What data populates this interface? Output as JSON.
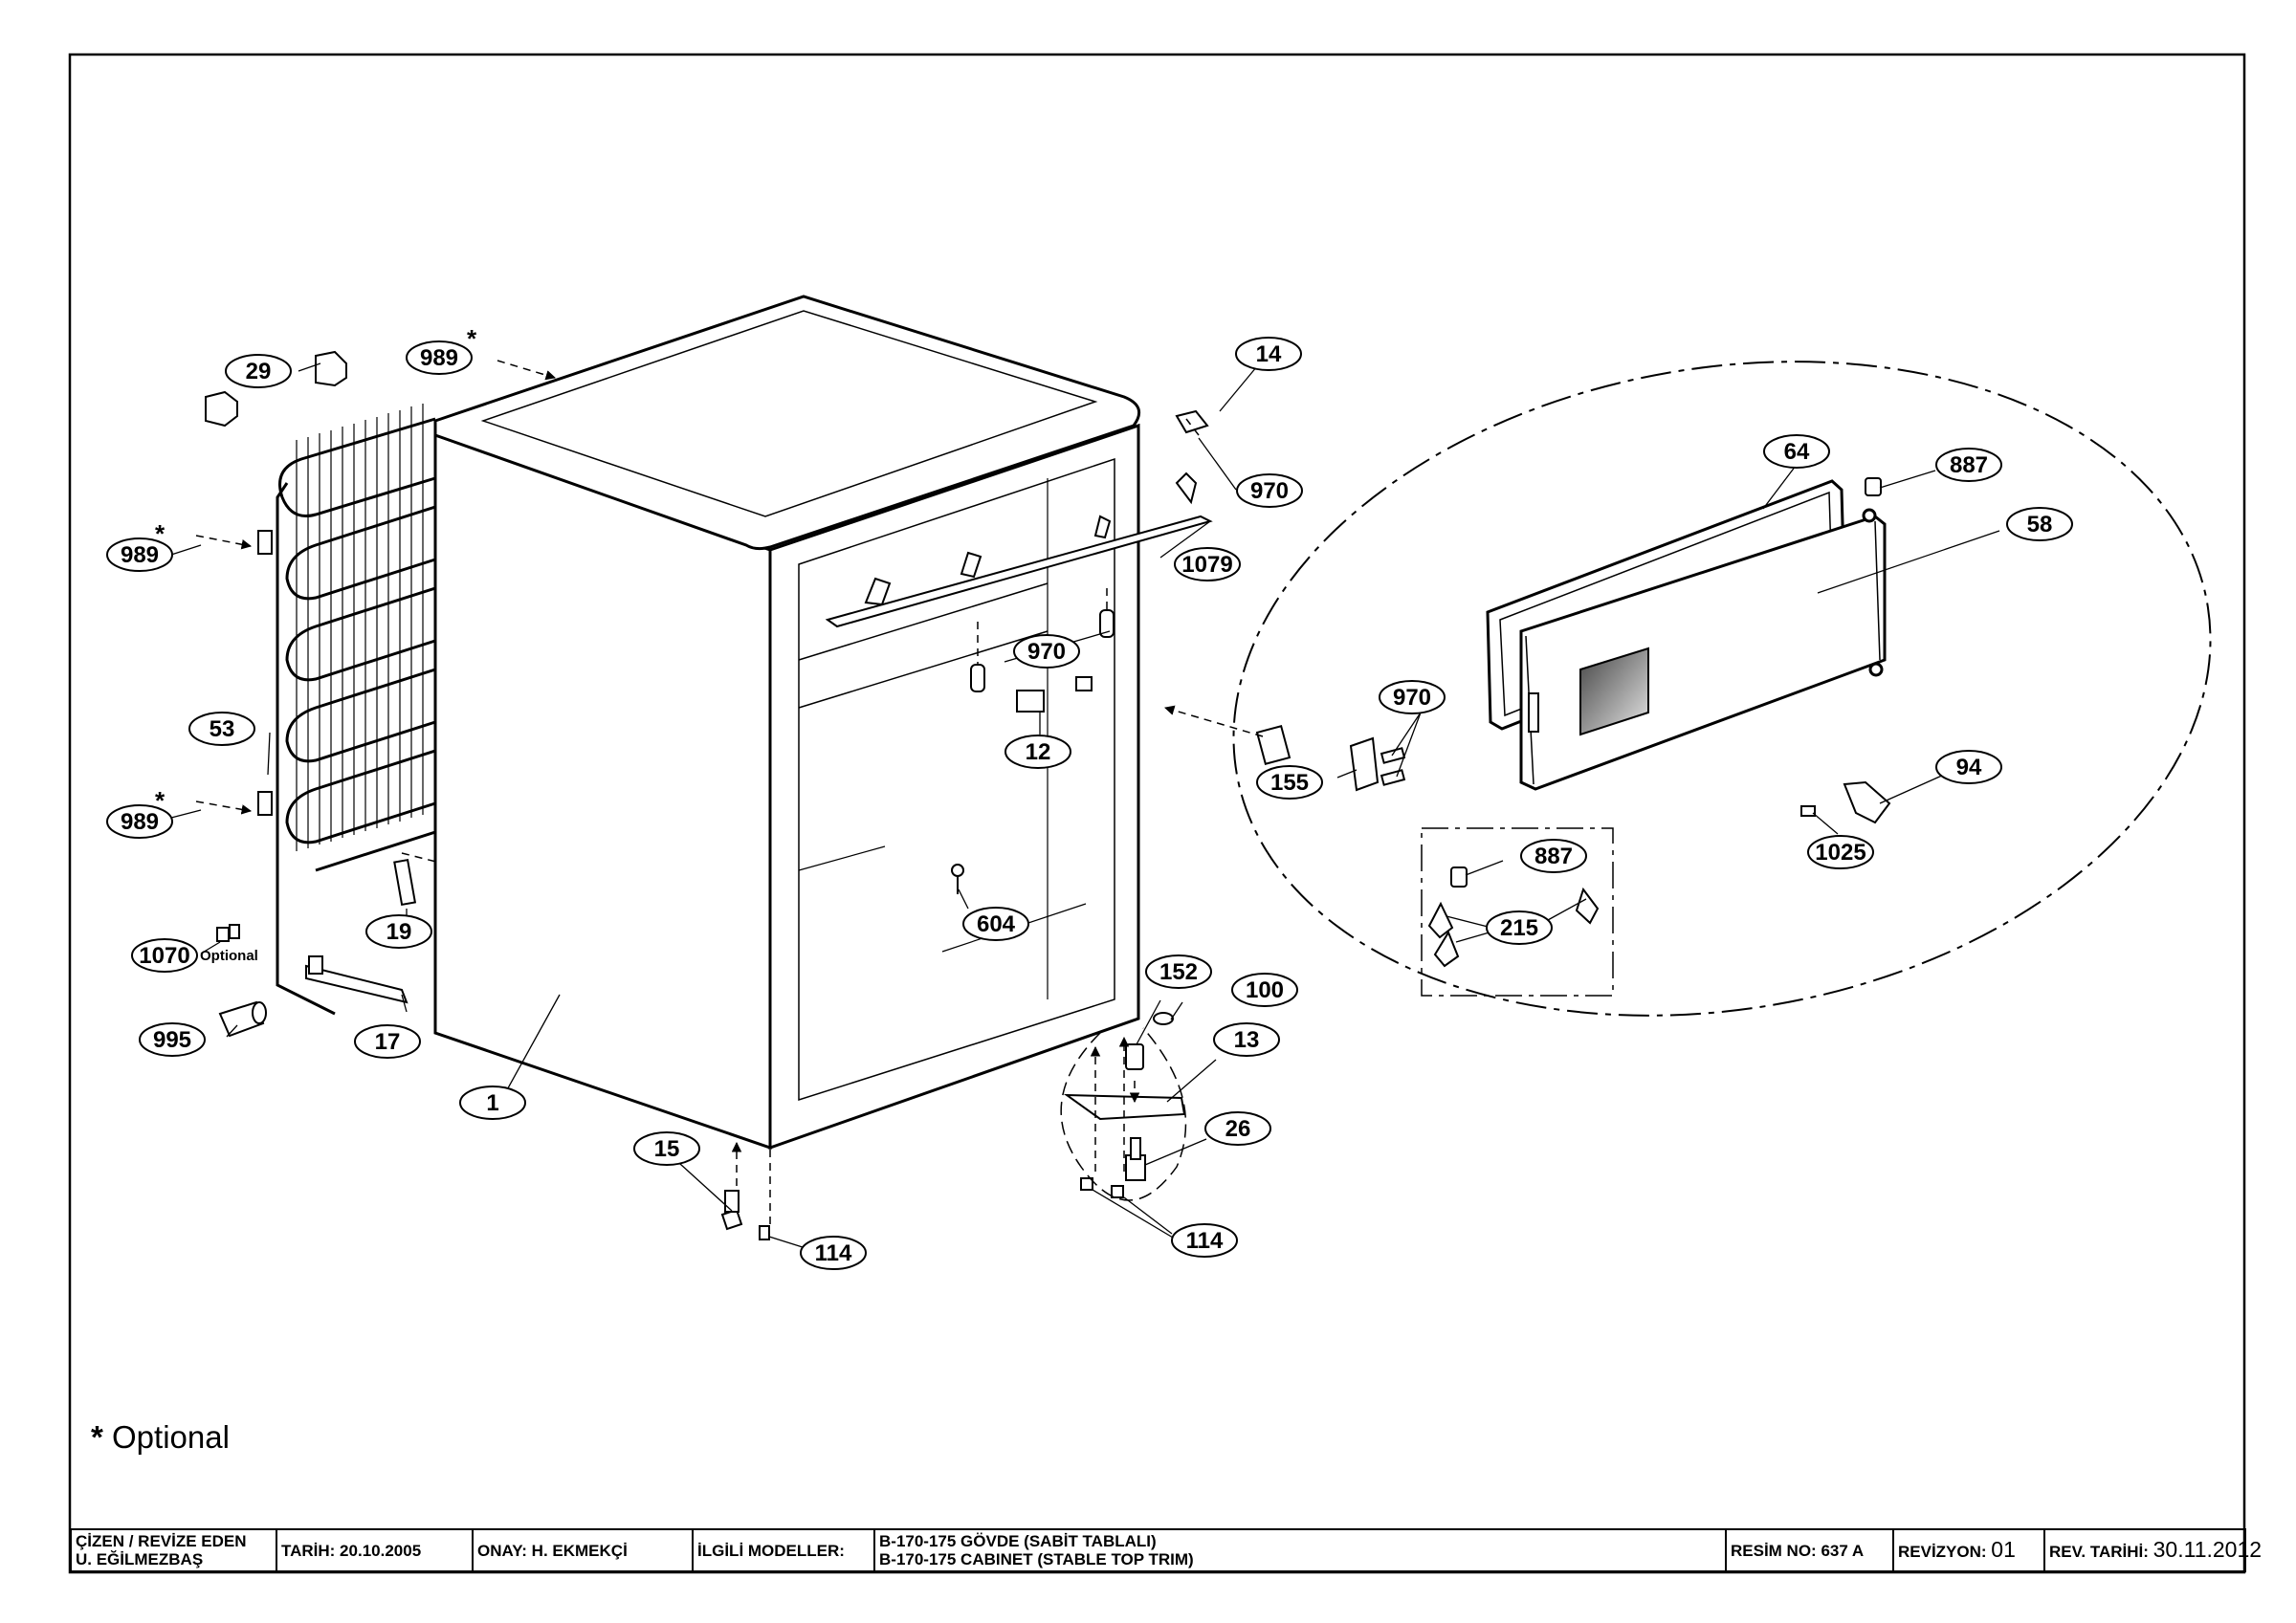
{
  "callouts": [
    {
      "id": "c29",
      "label": "29"
    },
    {
      "id": "c989a",
      "label": "989"
    },
    {
      "id": "c989b",
      "label": "989"
    },
    {
      "id": "c989c",
      "label": "989"
    },
    {
      "id": "c53",
      "label": "53"
    },
    {
      "id": "c1070",
      "label": "1070"
    },
    {
      "id": "c995",
      "label": "995"
    },
    {
      "id": "c19",
      "label": "19"
    },
    {
      "id": "c17",
      "label": "17"
    },
    {
      "id": "c1",
      "label": "1"
    },
    {
      "id": "c15",
      "label": "15"
    },
    {
      "id": "c114a",
      "label": "114"
    },
    {
      "id": "c14",
      "label": "14"
    },
    {
      "id": "c970a",
      "label": "970"
    },
    {
      "id": "c1079",
      "label": "1079"
    },
    {
      "id": "c970b",
      "label": "970"
    },
    {
      "id": "c12",
      "label": "12"
    },
    {
      "id": "c604",
      "label": "604"
    },
    {
      "id": "c152",
      "label": "152"
    },
    {
      "id": "c100",
      "label": "100"
    },
    {
      "id": "c13",
      "label": "13"
    },
    {
      "id": "c26",
      "label": "26"
    },
    {
      "id": "c114b",
      "label": "114"
    },
    {
      "id": "c64",
      "label": "64"
    },
    {
      "id": "c887a",
      "label": "887"
    },
    {
      "id": "c58",
      "label": "58"
    },
    {
      "id": "c970c",
      "label": "970"
    },
    {
      "id": "c155",
      "label": "155"
    },
    {
      "id": "c94",
      "label": "94"
    },
    {
      "id": "c1025",
      "label": "1025"
    },
    {
      "id": "c887b",
      "label": "887"
    },
    {
      "id": "c215",
      "label": "215"
    }
  ],
  "optional_marker": "*",
  "optional_tag": "Optional",
  "note": {
    "marker": "*",
    "text": "Optional"
  },
  "title_block": {
    "drawn_by_label": "ÇİZEN / REVİZE EDEN",
    "drawn_by_name": "U. EĞİLMEZBAŞ",
    "date": "TARİH: 20.10.2005",
    "approved": "ONAY: H. EKMEKÇİ",
    "models_label": "İLGİLİ MODELLER:",
    "model_line1": "B-170-175  GÖVDE (SABİT TABLALI)",
    "model_line2": "B-170-175 CABINET (STABLE TOP TRIM)",
    "drawing_no": "RESİM NO: 637 A",
    "revision_label": "REVİZYON:",
    "revision_value": "01",
    "rev_date_label": "REV. TARİHİ:",
    "rev_date_value": "30.11.2012"
  }
}
